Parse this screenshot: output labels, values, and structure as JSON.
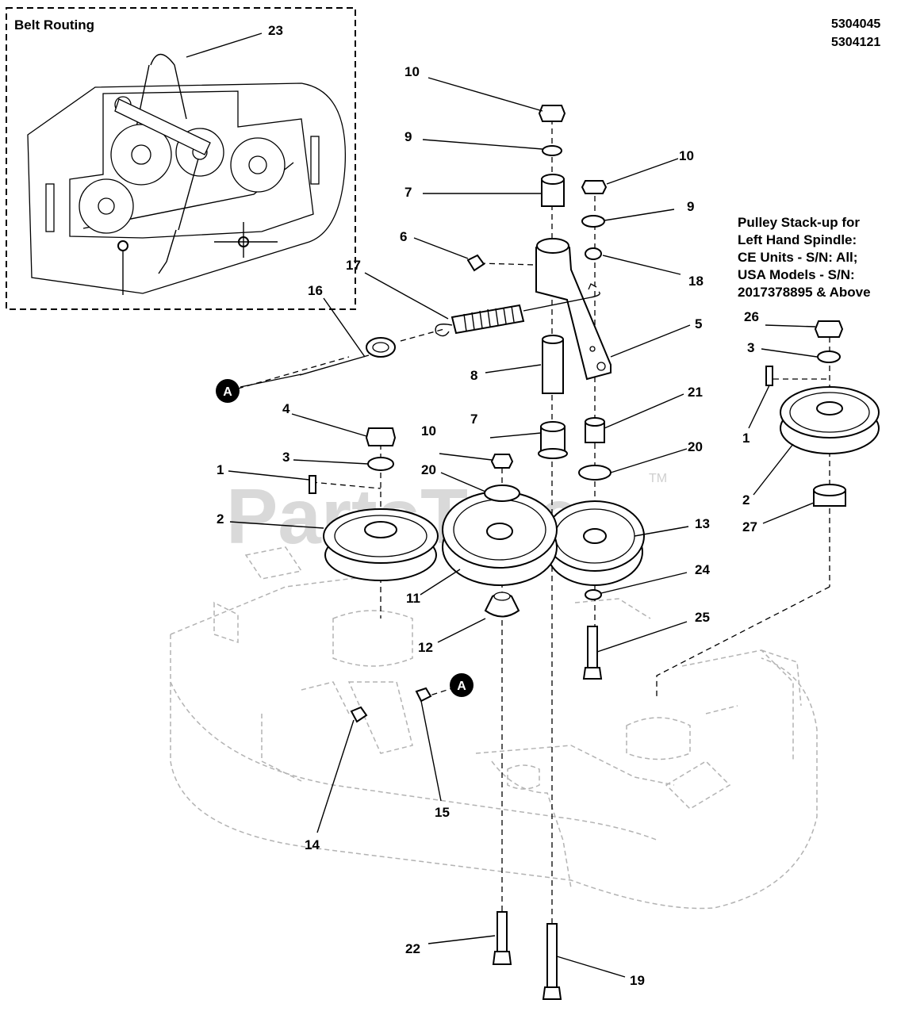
{
  "inset": {
    "title": "Belt Routing",
    "callout_23": "23"
  },
  "part_numbers": {
    "line1": "5304045",
    "line2": "5304121"
  },
  "note": {
    "line1": "Pulley Stack-up for",
    "line2": "Left Hand Spindle:",
    "line3": "CE Units - S/N: All;",
    "line4": "USA Models - S/N:",
    "line5": "2017378895 & Above"
  },
  "reference_marker": "A",
  "watermark": {
    "text": "PartsTree",
    "tm": "TM"
  },
  "callouts": {
    "c10_top": "10",
    "c9_top": "9",
    "c7_top": "7",
    "c6": "6",
    "c17": "17",
    "c16": "16",
    "c10_right": "10",
    "c9_right": "9",
    "c18": "18",
    "c5": "5",
    "c8": "8",
    "c21": "21",
    "c4": "4",
    "c3_left": "3",
    "c1_left": "1",
    "c2_left": "2",
    "c10_mid": "10",
    "c20_left": "20",
    "c7_low": "7",
    "c20_right": "20",
    "c13": "13",
    "c11": "11",
    "c24": "24",
    "c12": "12",
    "c25": "25",
    "c26": "26",
    "c3_right": "3",
    "c1_right": "1",
    "c2_right": "2",
    "c27": "27",
    "c15": "15",
    "c14": "14",
    "c22": "22",
    "c19": "19"
  }
}
